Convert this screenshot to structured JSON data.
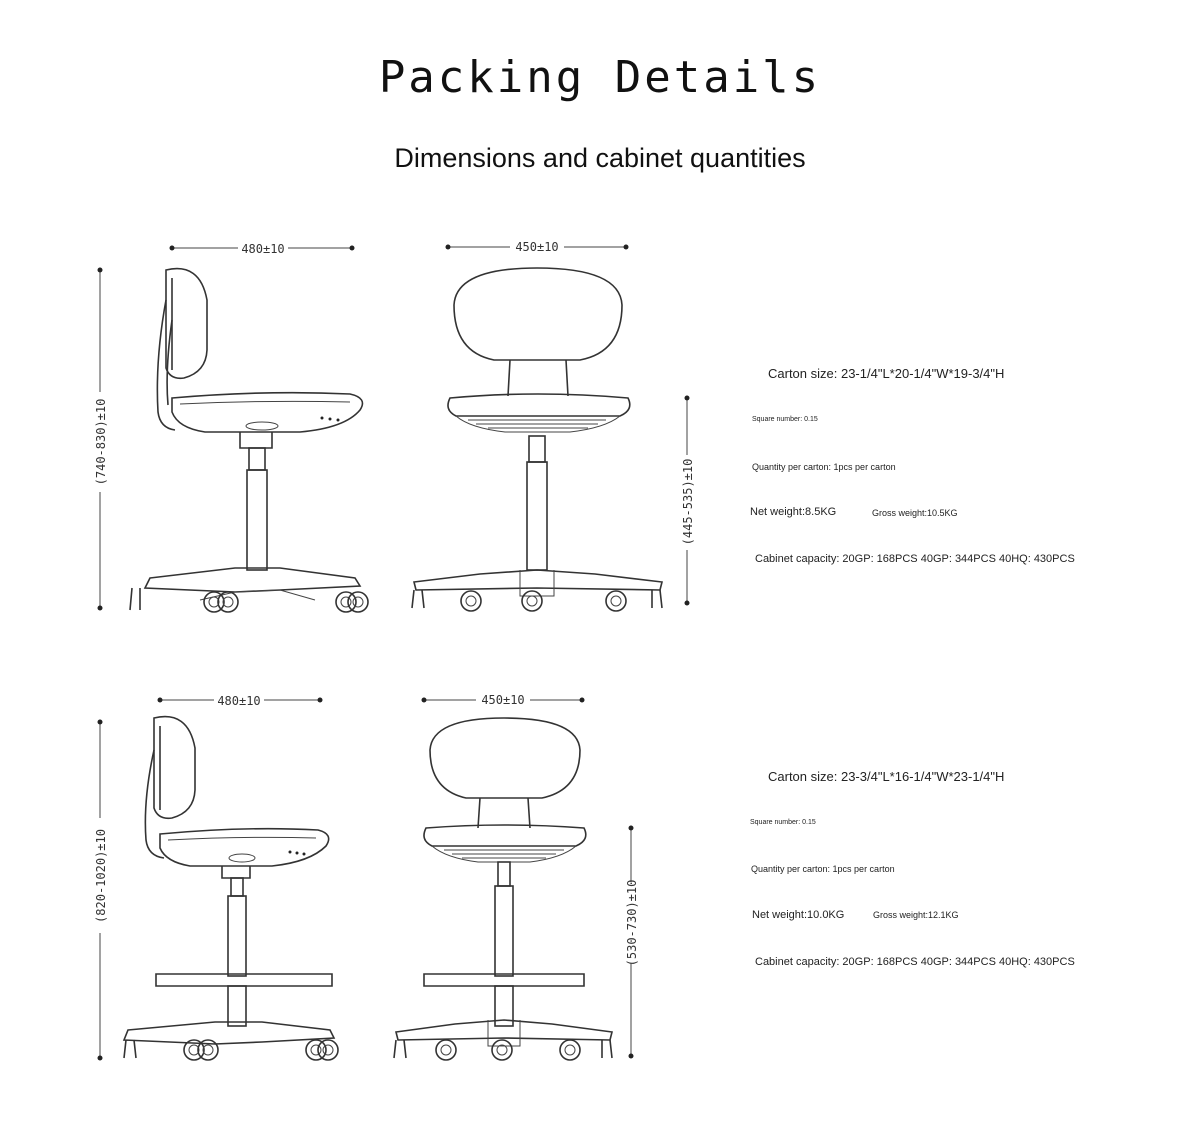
{
  "page": {
    "title": "Packing Details",
    "subtitle": "Dimensions and cabinet quantities"
  },
  "models": [
    {
      "dims": {
        "side_width": "480±10",
        "front_width": "450±10",
        "total_height": "(740-830)±10",
        "seat_height": "(445-535)±10"
      },
      "specs": {
        "carton_size": "Carton size: 23-1/4\"L*20-1/4\"W*19-3/4\"H",
        "square_number": "Square number: 0.15",
        "quantity_per_carton": "Quantity per carton: 1pcs per carton",
        "net_weight": "Net weight:8.5KG",
        "gross_weight": "Gross weight:10.5KG",
        "cabinet_capacity": "Cabinet capacity: 20GP: 168PCS 40GP: 344PCS 40HQ: 430PCS"
      }
    },
    {
      "dims": {
        "side_width": "480±10",
        "front_width": "450±10",
        "total_height": "(820-1020)±10",
        "seat_height": "(530-730)±10"
      },
      "specs": {
        "carton_size": "Carton size: 23-3/4\"L*16-1/4\"W*23-1/4\"H",
        "square_number": "Square number: 0.15",
        "quantity_per_carton": "Quantity per carton: 1pcs per carton",
        "net_weight": "Net weight:10.0KG",
        "gross_weight": "Gross weight:12.1KG",
        "cabinet_capacity": "Cabinet capacity: 20GP: 168PCS 40GP: 344PCS 40HQ: 430PCS"
      }
    }
  ]
}
